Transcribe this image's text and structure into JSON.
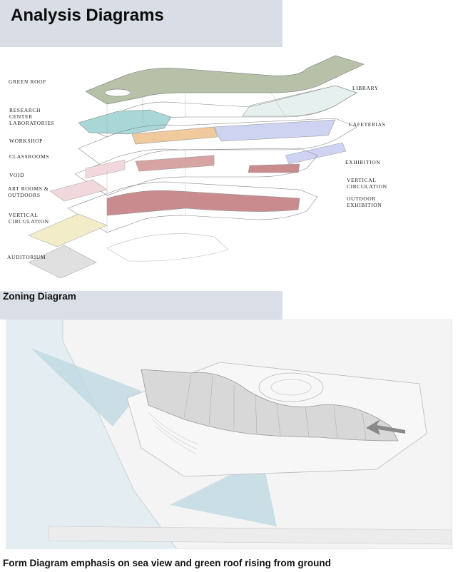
{
  "page": {
    "title": "Analysis Diagrams"
  },
  "zoning": {
    "caption": "Zoning Diagram",
    "labels_left": [
      {
        "id": "green-roof",
        "text": "GREEN ROOF"
      },
      {
        "id": "research-center-laboratories",
        "text": "RESEARCH CENTER LABORATORIES"
      },
      {
        "id": "workshop",
        "text": "WORKSHOP"
      },
      {
        "id": "classrooms",
        "text": "CLASSROOMS"
      },
      {
        "id": "void",
        "text": "VOID"
      },
      {
        "id": "art-rooms-outdoors",
        "text": "ART ROOMS & OUTDOORS"
      },
      {
        "id": "vertical-circulation-left",
        "text": "VERTICAL CIRCULATION"
      },
      {
        "id": "auditorium",
        "text": "AUDITORIUM"
      }
    ],
    "labels_right": [
      {
        "id": "library",
        "text": "LIBRARY"
      },
      {
        "id": "cafeterias",
        "text": "CAFETERIAS"
      },
      {
        "id": "exhibition",
        "text": "EXHIBITION"
      },
      {
        "id": "vertical-circulation-right",
        "text": "VERTICAL CIRCULATION"
      },
      {
        "id": "outdoor-exhibition",
        "text": "OUTDOOR EXHIBITION"
      }
    ],
    "colors": {
      "green_roof": "#b7c1a8",
      "research": "#a9d6d6",
      "workshop": "#f0c99c",
      "cafeteria": "#cfd3f2",
      "classroom": "#d8a3a3",
      "art": "#f1d8dc",
      "circulation": "#c98b8e",
      "auditorium": "#f3ecc8",
      "library": "#e6f0ee"
    }
  },
  "form": {
    "caption": "Form Diagram emphasis on sea view and green roof rising from ground",
    "colors": {
      "sea": "#e3edf2",
      "view_cone": "#bcd7e1",
      "building": "#d8d8d8"
    }
  }
}
